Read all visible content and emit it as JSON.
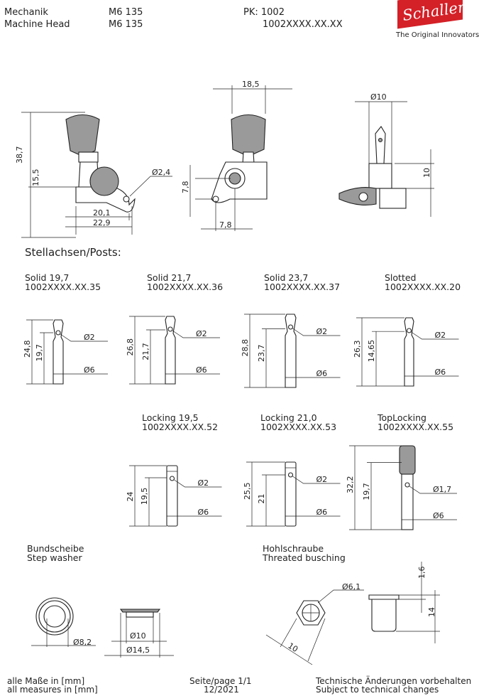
{
  "header": {
    "title_de": "Mechanik",
    "title_en": "Machine Head",
    "model_de": "M6 135",
    "model_en": "M6 135",
    "pk_label": "PK: 1002",
    "pk_code": "1002XXXX.XX.XX"
  },
  "logo": {
    "brand": "Schaller",
    "tagline": "The Original Innovators",
    "color": "#d42027"
  },
  "machine_head": {
    "height_total": "38,7",
    "height_body": "15,5",
    "hole_dia": "Ø2,4",
    "width_hole": "20,1",
    "width_total": "22,9",
    "button_width": "18,5",
    "flange_height": "7,8",
    "flange_offset": "7,8",
    "post_dia": "Ø10",
    "post_height": "10"
  },
  "posts_heading": "Stellachsen/Posts:",
  "posts": [
    {
      "name": "Solid 19,7",
      "code": "1002XXXX.XX.35",
      "total": "24,8",
      "length": "19,7",
      "hole": "Ø2",
      "dia": "Ø6"
    },
    {
      "name": "Solid 21,7",
      "code": "1002XXXX.XX.36",
      "total": "26,8",
      "length": "21,7",
      "hole": "Ø2",
      "dia": "Ø6"
    },
    {
      "name": "Solid 23,7",
      "code": "1002XXXX.XX.37",
      "total": "28,8",
      "length": "23,7",
      "hole": "Ø2",
      "dia": "Ø6"
    },
    {
      "name": "Slotted",
      "code": "1002XXXX.XX.20",
      "total": "26,3",
      "length": "14,65",
      "hole": "Ø2",
      "dia": "Ø6"
    },
    {
      "name": "Locking 19,5",
      "code": "1002XXXX.XX.52",
      "total": "24",
      "length": "19,5",
      "hole": "Ø2",
      "dia": "Ø6"
    },
    {
      "name": "Locking 21,0",
      "code": "1002XXXX.XX.53",
      "total": "25,5",
      "length": "21",
      "hole": "Ø2",
      "dia": "Ø6"
    },
    {
      "name": "TopLocking",
      "code": "1002XXXX.XX.55",
      "total": "32,2",
      "length": "19,7",
      "hole": "Ø1,7",
      "dia": "Ø6"
    }
  ],
  "washer": {
    "title_de": "Bundscheibe",
    "title_en": "Step washer",
    "inner_dia": "Ø8,2",
    "dia": "Ø10",
    "outer_dia": "Ø14,5"
  },
  "bushing": {
    "title_de": "Hohlschraube",
    "title_en": "Threated busching",
    "bore": "Ø6,1",
    "hex": "10",
    "flange": "1,6",
    "height": "14"
  },
  "footer": {
    "units_de": "alle Maße in [mm]",
    "units_en": "all measures in [mm]",
    "page": "Seite/page 1/1",
    "date": "12/2021",
    "note_de": "Technische Änderungen vorbehalten",
    "note_en": "Subject to technical changes"
  }
}
